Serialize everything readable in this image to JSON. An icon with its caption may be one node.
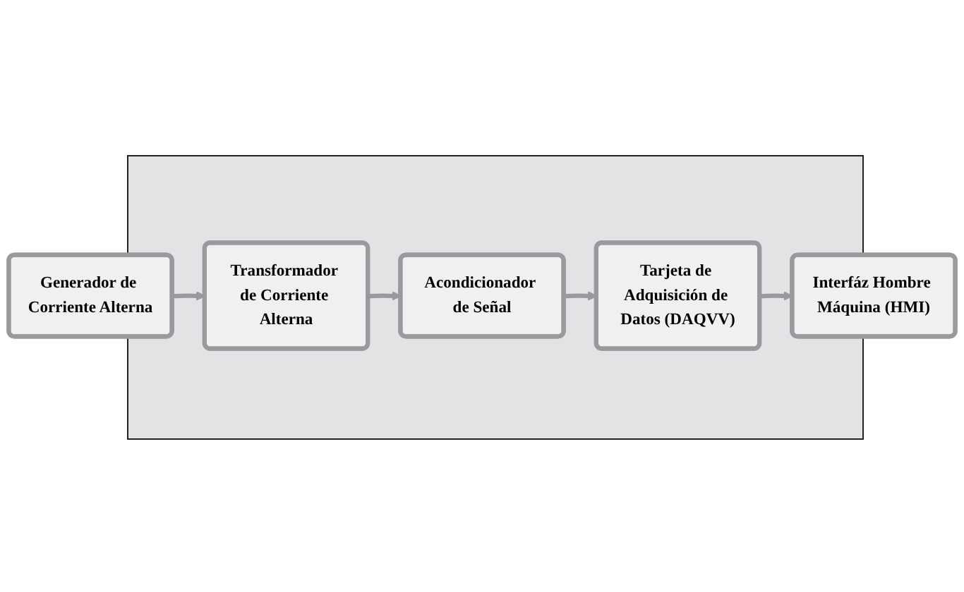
{
  "diagram": {
    "nodes": [
      {
        "text": [
          "Generador de Corriente Alterna"
        ]
      },
      {
        "text": [
          "Transformador de Corriente Alterna"
        ]
      },
      {
        "text": [
          "Acondicionador de Señal"
        ]
      },
      {
        "text": [
          "Tarjeta de Adquisición de Datos (DAQVV)"
        ]
      },
      {
        "text": [
          "Interfáz Hombre Máquina (HMI)"
        ]
      }
    ],
    "edges": [
      {
        "from": 0,
        "to": 1,
        "arrow": "to"
      },
      {
        "from": 1,
        "to": 2,
        "arrow": "to"
      },
      {
        "from": 2,
        "to": 3,
        "arrow": "to"
      },
      {
        "from": 3,
        "to": 4,
        "arrow": "to"
      }
    ]
  }
}
